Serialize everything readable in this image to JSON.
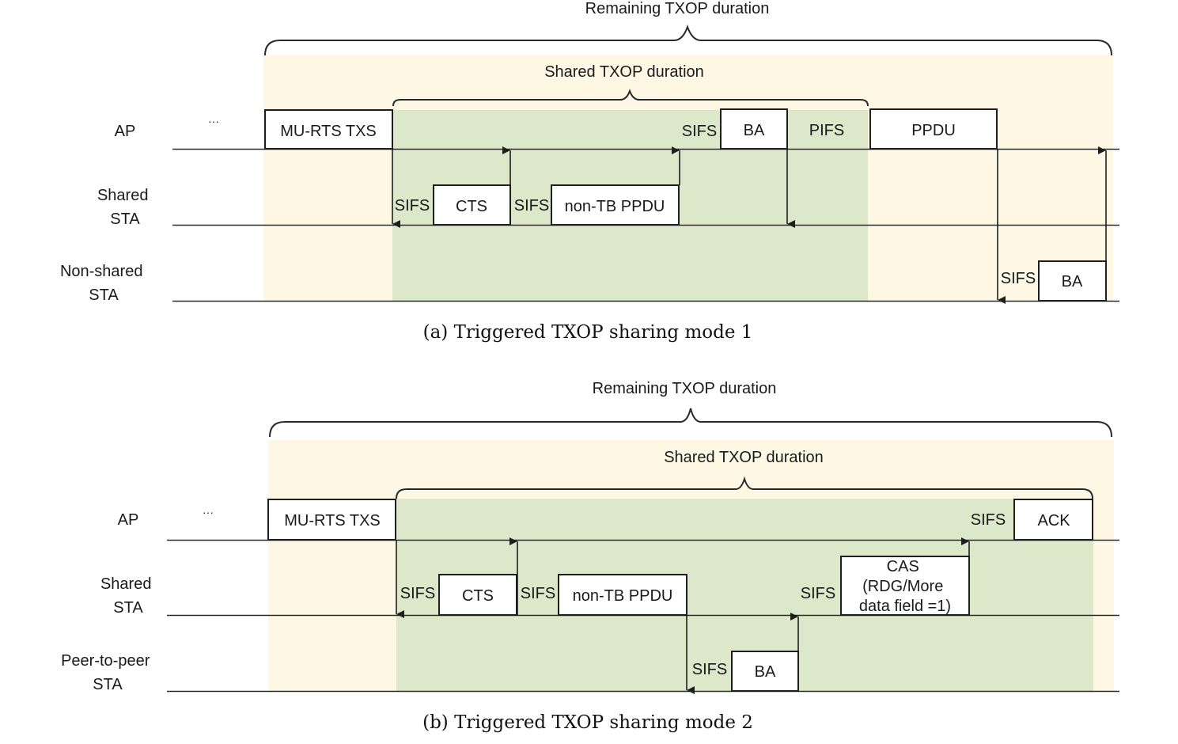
{
  "colors": {
    "beige": "#fdf7e4",
    "green": "#dce8c9"
  },
  "diagrams": [
    {
      "caption": "(a) Triggered TXOP sharing mode 1",
      "remaining_label": "Remaining TXOP  duration",
      "shared_label": "Shared TXOP duration",
      "ellipsis": "···",
      "rows": [
        {
          "label_lines": [
            "AP"
          ]
        },
        {
          "label_lines": [
            "Shared",
            "STA"
          ]
        },
        {
          "label_lines": [
            "Non-shared",
            "STA"
          ]
        }
      ],
      "frames": [
        {
          "row": 0,
          "label": "MU-RTS TXS"
        },
        {
          "row": 1,
          "label": "CTS"
        },
        {
          "row": 1,
          "label": "non-TB PPDU"
        },
        {
          "row": 0,
          "label": "BA"
        },
        {
          "row": 0,
          "label": "PPDU"
        },
        {
          "row": 2,
          "label": "BA"
        }
      ],
      "gaps": [
        {
          "row": 1,
          "label": "SIFS"
        },
        {
          "row": 1,
          "label": "SIFS"
        },
        {
          "row": 0,
          "label": "SIFS"
        },
        {
          "row": 0,
          "label": "PIFS"
        },
        {
          "row": 2,
          "label": "SIFS"
        }
      ]
    },
    {
      "caption": "(b) Triggered TXOP sharing mode 2",
      "remaining_label": "Remaining TXOP  duration",
      "shared_label": "Shared TXOP duration",
      "ellipsis": "···",
      "rows": [
        {
          "label_lines": [
            "AP"
          ]
        },
        {
          "label_lines": [
            "Shared",
            "STA"
          ]
        },
        {
          "label_lines": [
            "Peer-to-peer",
            "STA"
          ]
        }
      ],
      "frames": [
        {
          "row": 0,
          "label": "MU-RTS TXS"
        },
        {
          "row": 1,
          "label": "CTS"
        },
        {
          "row": 1,
          "label": "non-TB PPDU"
        },
        {
          "row": 2,
          "label": "BA"
        },
        {
          "row": 1,
          "label_lines": [
            "CAS",
            "(RDG/More",
            "data field =1)"
          ]
        },
        {
          "row": 0,
          "label": "ACK"
        }
      ],
      "gaps": [
        {
          "row": 1,
          "label": "SIFS"
        },
        {
          "row": 1,
          "label": "SIFS"
        },
        {
          "row": 2,
          "label": "SIFS"
        },
        {
          "row": 1,
          "label": "SIFS"
        },
        {
          "row": 0,
          "label": "SIFS"
        }
      ]
    }
  ]
}
